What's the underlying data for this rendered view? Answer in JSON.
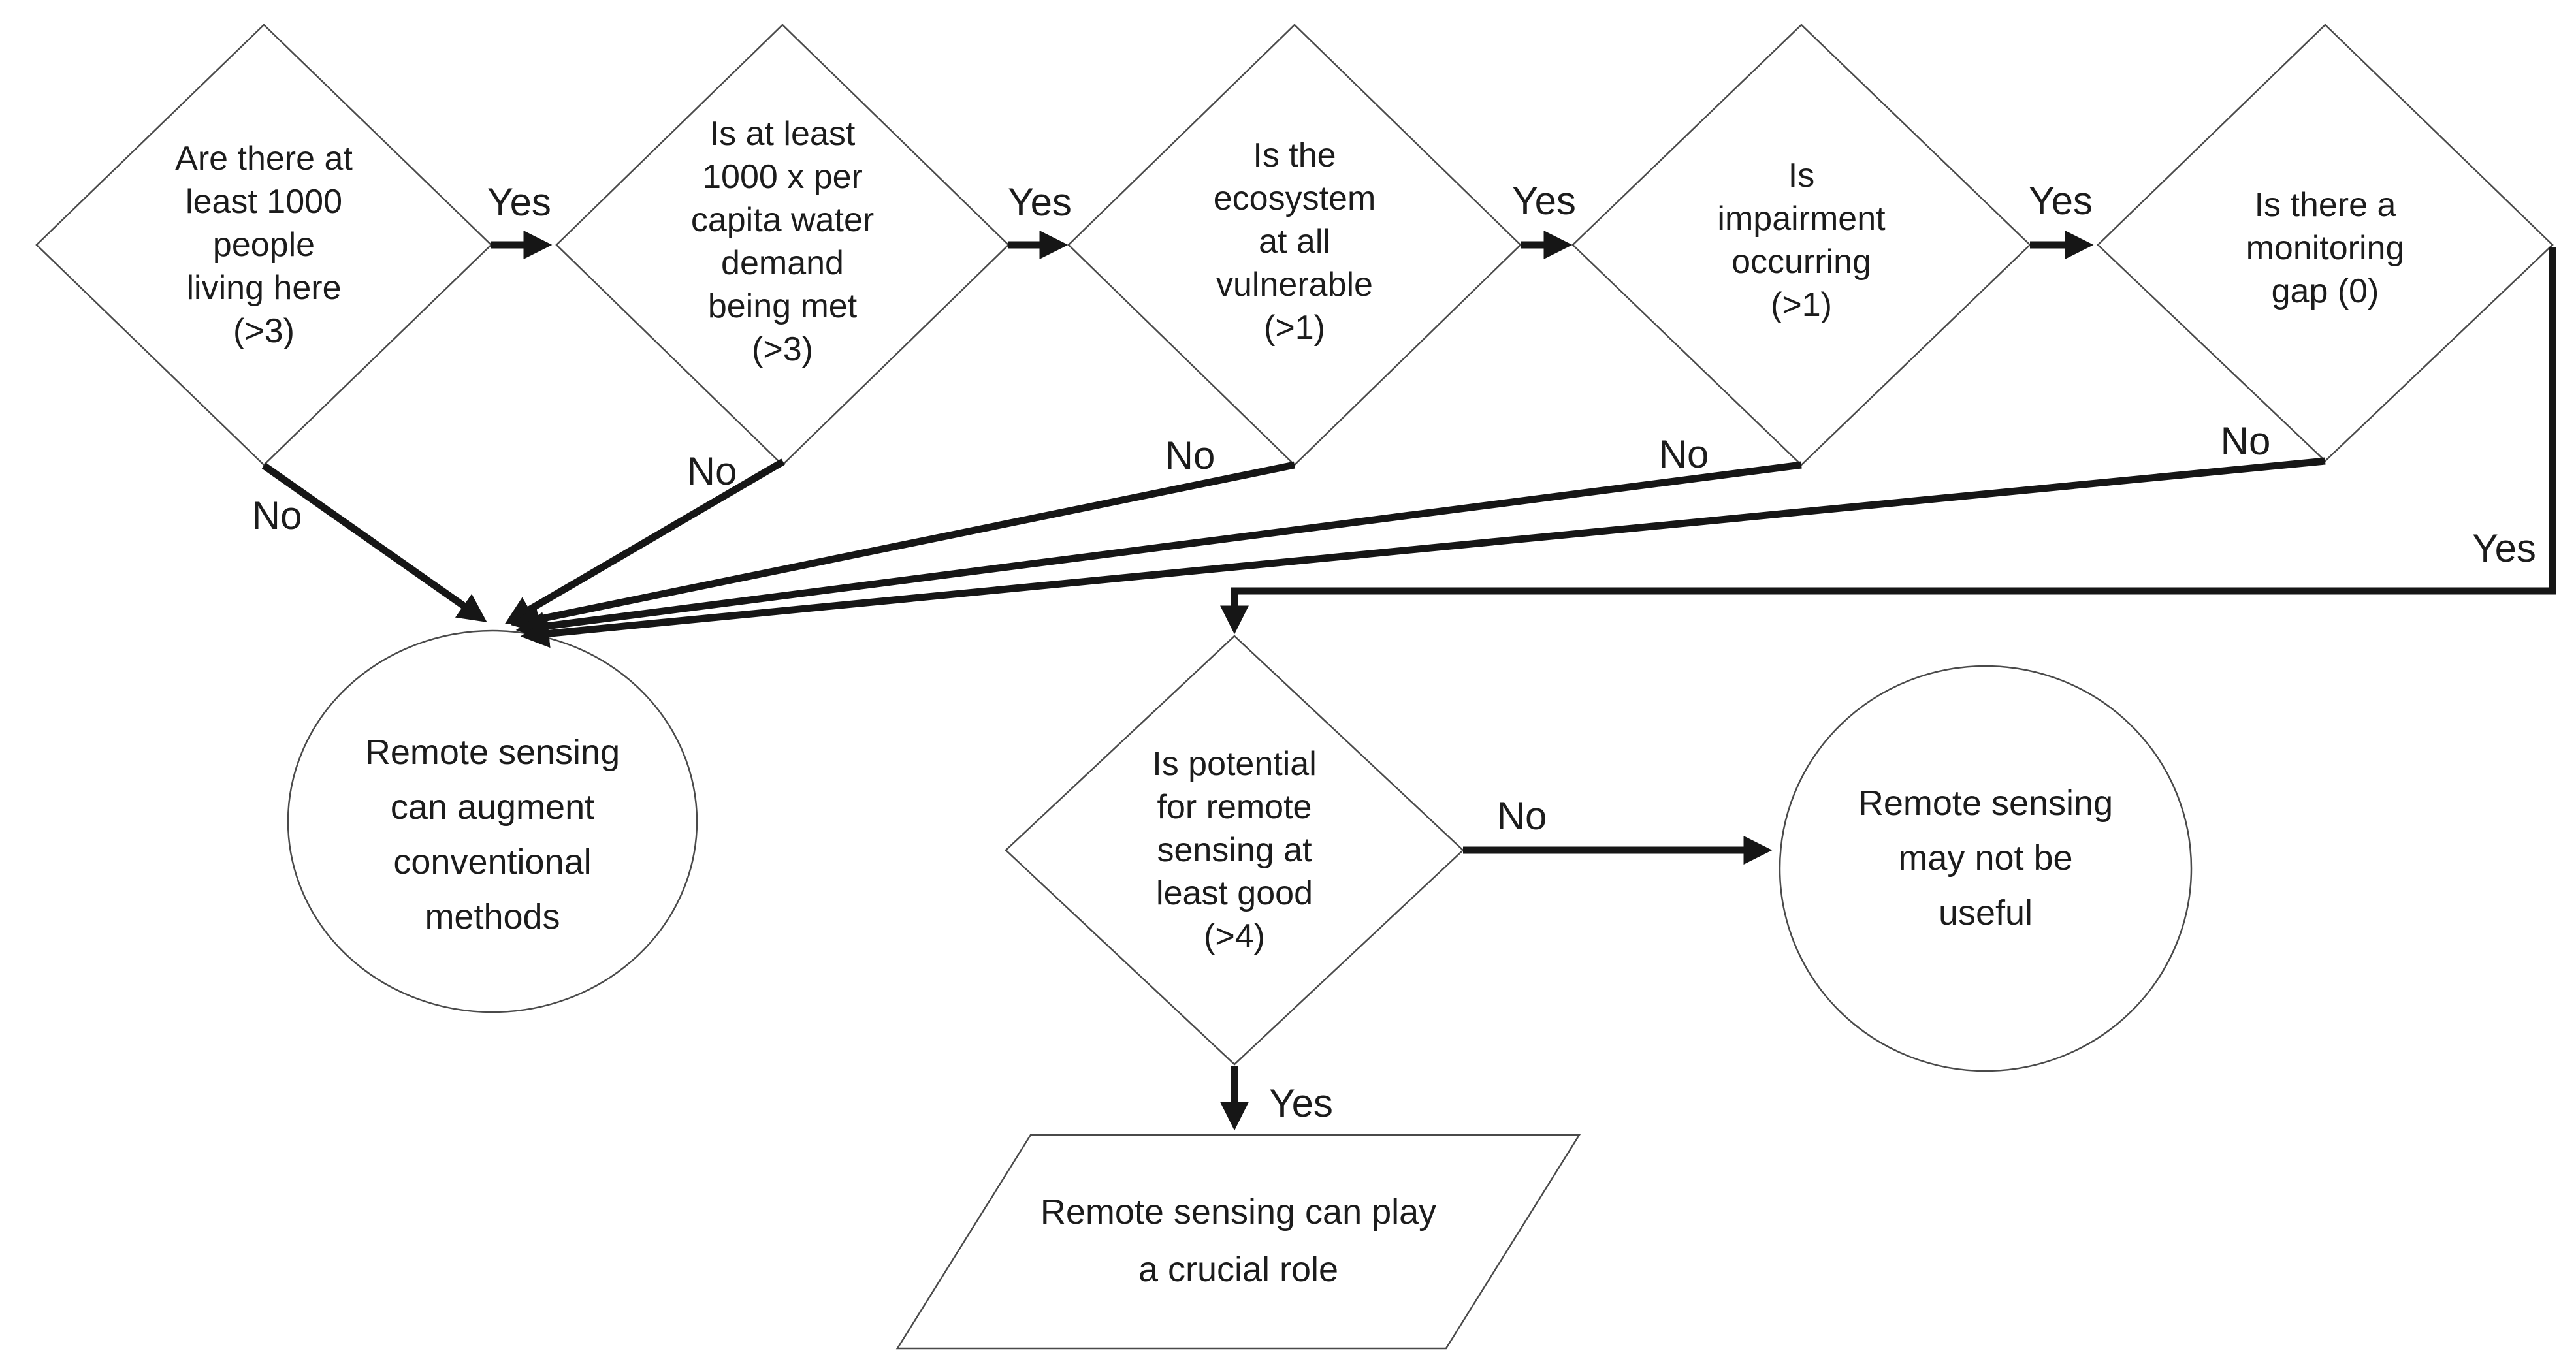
{
  "diagram": {
    "type": "flowchart",
    "background_color": "#ffffff",
    "text_color": "#1c1c1c",
    "shape_outline_color": "#4a4a4a",
    "arrow_color": "#161616"
  },
  "nodes": {
    "q_population": {
      "shape": "decision-diamond",
      "label": "Are there at\nleast 1000\npeople\nliving here\n(>3)"
    },
    "q_water_demand": {
      "shape": "decision-diamond",
      "label": "Is at least\n1000 x per\ncapita water\ndemand\nbeing met\n(>3)"
    },
    "q_ecosystem": {
      "shape": "decision-diamond",
      "label": "Is the\necosystem\nat all\nvulnerable\n(>1)"
    },
    "q_impairment": {
      "shape": "decision-diamond",
      "label": "Is\nimpairment\noccurring\n(>1)"
    },
    "q_monitoring_gap": {
      "shape": "decision-diamond",
      "label": "Is there a\nmonitoring\ngap (0)"
    },
    "q_rs_potential": {
      "shape": "decision-diamond",
      "label": "Is potential\nfor remote\nsensing at\nleast good\n(>4)"
    },
    "outcome_augment": {
      "shape": "ellipse",
      "label": "Remote sensing\ncan augment\nconventional\nmethods"
    },
    "outcome_not_useful": {
      "shape": "ellipse",
      "label": "Remote sensing\nmay not be\nuseful"
    },
    "outcome_crucial_role": {
      "shape": "parallelogram",
      "label": "Remote sensing can play\na crucial role"
    }
  },
  "edge_labels": {
    "yes_1": "Yes",
    "yes_2": "Yes",
    "yes_3": "Yes",
    "yes_4": "Yes",
    "yes_5": "Yes",
    "yes_6": "Yes",
    "no_1": "No",
    "no_2": "No",
    "no_3": "No",
    "no_4": "No",
    "no_5": "No",
    "no_6": "No"
  }
}
